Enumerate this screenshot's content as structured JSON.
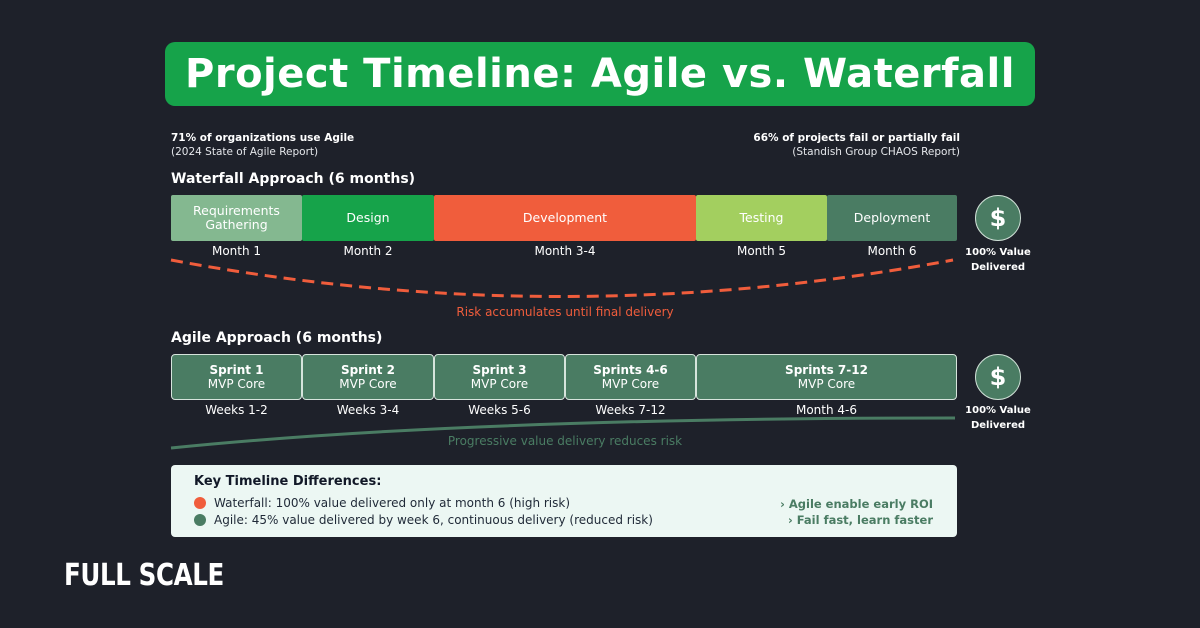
{
  "title": "Project Timeline: Agile vs. Waterfall",
  "stats": {
    "left_bold": "71% of organizations use Agile",
    "left_source": "(2024 State of Agile Report)",
    "right_bold": "66% of projects fail or partially fail",
    "right_source": "(Standish Group CHAOS Report)"
  },
  "waterfall": {
    "title": "Waterfall Approach (6 months)",
    "phases": [
      {
        "label": "Requirements Gathering",
        "period": "Month 1",
        "color": "#84b890"
      },
      {
        "label": "Design",
        "period": "Month 2",
        "color": "#16a34a"
      },
      {
        "label": "Development",
        "period": "Month 3-4",
        "color": "#f05d3c"
      },
      {
        "label": "Testing",
        "period": "Month 5",
        "color": "#a3cf5f"
      },
      {
        "label": "Deployment",
        "period": "Month 6",
        "color": "#4a7c63"
      }
    ],
    "value_icon": "dollar-icon",
    "value_symbol": "$",
    "value_line1": "100% Value",
    "value_line2": "Delivered",
    "risk_note": "Risk accumulates until final delivery"
  },
  "agile": {
    "title": "Agile Approach (6 months)",
    "sprints": [
      {
        "name": "Sprint 1",
        "sub": "MVP Core",
        "period": "Weeks 1-2"
      },
      {
        "name": "Sprint 2",
        "sub": "MVP Core",
        "period": "Weeks 3-4"
      },
      {
        "name": "Sprint 3",
        "sub": "MVP Core",
        "period": "Weeks 5-6"
      },
      {
        "name": "Sprints 4-6",
        "sub": "MVP Core",
        "period": "Weeks 7-12"
      },
      {
        "name": "Sprints 7-12",
        "sub": "MVP Core",
        "period": "Month 4-6"
      }
    ],
    "value_icon": "dollar-icon",
    "value_symbol": "$",
    "value_line1": "100% Value",
    "value_line2": "Delivered",
    "progress_note": "Progressive value delivery reduces risk"
  },
  "key": {
    "title": "Key Timeline Differences:",
    "waterfall_item": "Waterfall: 100% value delivered only at month 6 (high risk)",
    "agile_item": "Agile: 45% value delivered by week 6, continuous delivery (reduced risk)",
    "point1": "› Agile enable early ROI",
    "point2": "›  Fail fast, learn faster",
    "waterfall_color": "#f05d3c",
    "agile_color": "#4a7c63"
  },
  "brand": "FULL SCALE"
}
